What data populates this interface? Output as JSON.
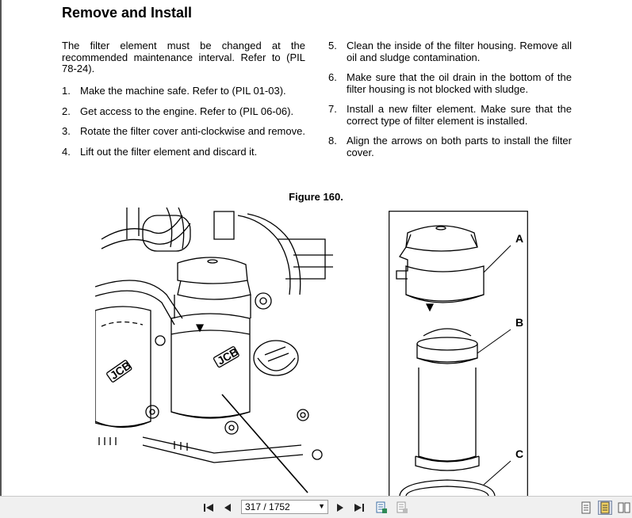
{
  "document": {
    "title": "Remove and Install",
    "intro": "The filter element must be changed at the recommended maintenance interval. Refer to (PIL 78-24).",
    "steps_left": [
      {
        "num": "1.",
        "text": "Make the machine safe. Refer to (PIL 01-03)."
      },
      {
        "num": "2.",
        "text": "Get access to the engine. Refer to (PIL 06-06)."
      },
      {
        "num": "3.",
        "text": "Rotate the filter cover anti-clockwise and remove."
      },
      {
        "num": "4.",
        "text": "Lift out the filter element and discard it."
      }
    ],
    "steps_right": [
      {
        "num": "5.",
        "text": "Clean the inside of the filter housing. Remove all oil and sludge contamination."
      },
      {
        "num": "6.",
        "text": "Make sure that the oil drain in the bottom of the filter housing is not blocked with sludge."
      },
      {
        "num": "7.",
        "text": "Install a new filter element. Make sure that the correct type of filter element is installed."
      },
      {
        "num": "8.",
        "text": "Align the arrows on both parts to install the filter cover."
      }
    ],
    "figure_caption": "Figure 160.",
    "figure_logo_text": "JCB",
    "callouts": [
      "A",
      "B",
      "C"
    ]
  },
  "toolbar": {
    "page_indicator": "317 / 1752",
    "buttons": [
      "first-page-icon",
      "previous-page-icon",
      "next-page-icon",
      "last-page-icon",
      "fit-page-icon",
      "fit-width-icon",
      "single-page-view-icon",
      "two-page-view-icon",
      "continuous-view-icon"
    ]
  }
}
